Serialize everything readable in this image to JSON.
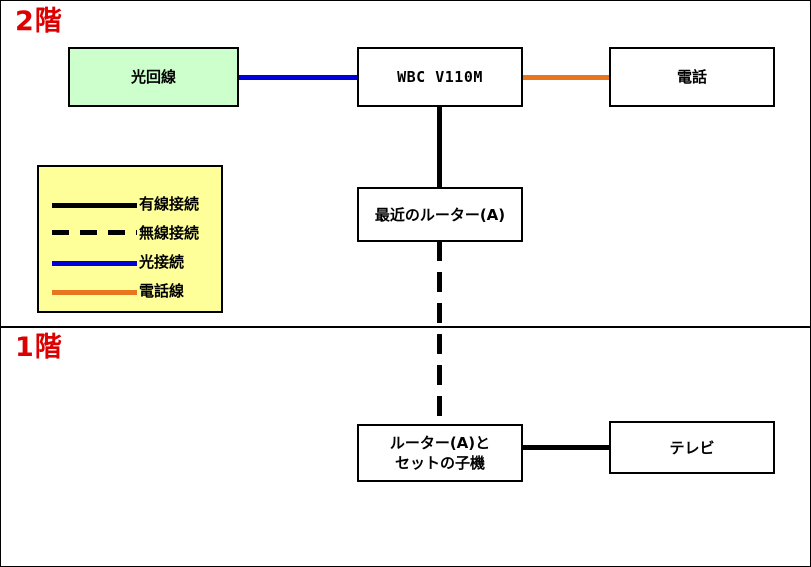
{
  "diagram": {
    "title_floors": [
      {
        "id": "floor-2",
        "label": "2階"
      },
      {
        "id": "floor-1",
        "label": "1階"
      }
    ],
    "nodes": [
      {
        "id": "fiber-line",
        "label": "光回線",
        "fill": "#ccffcc"
      },
      {
        "id": "wbc-v110m",
        "label": "WBC V110M",
        "fill": "#ffffff"
      },
      {
        "id": "telephone",
        "label": "電話",
        "fill": "#ffffff"
      },
      {
        "id": "router-a",
        "label": "最近のルーター(A)",
        "fill": "#ffffff"
      },
      {
        "id": "child-unit",
        "label": "ルーター(A)と\nセットの子機",
        "fill": "#ffffff"
      },
      {
        "id": "television",
        "label": "テレビ",
        "fill": "#ffffff"
      }
    ],
    "legend": {
      "background": "#ffff99",
      "items": [
        {
          "id": "wired",
          "label": "有線接続",
          "style": "solid",
          "color": "#000000"
        },
        {
          "id": "wireless",
          "label": "無線接続",
          "style": "dashed",
          "color": "#000000"
        },
        {
          "id": "optical",
          "label": "光接続",
          "style": "solid",
          "color": "#0000dd"
        },
        {
          "id": "phoneline",
          "label": "電話線",
          "style": "solid",
          "color": "#e8761e"
        }
      ]
    },
    "links": [
      {
        "id": "fiber-to-wbc",
        "from": "fiber-line",
        "to": "wbc-v110m",
        "kind": "optical",
        "color": "#0000dd"
      },
      {
        "id": "wbc-to-telephone",
        "from": "wbc-v110m",
        "to": "telephone",
        "kind": "phoneline",
        "color": "#e8761e"
      },
      {
        "id": "wbc-to-router-a",
        "from": "wbc-v110m",
        "to": "router-a",
        "kind": "wired",
        "color": "#000000"
      },
      {
        "id": "router-a-to-child",
        "from": "router-a",
        "to": "child-unit",
        "kind": "wireless",
        "color": "#000000"
      },
      {
        "id": "child-to-television",
        "from": "child-unit",
        "to": "television",
        "kind": "wired",
        "color": "#000000"
      }
    ],
    "colors": {
      "floor_label": "#dd0000",
      "wired": "#000000",
      "wireless": "#000000",
      "optical": "#0000dd",
      "phoneline": "#e8761e",
      "fiber_fill": "#ccffcc",
      "legend_fill": "#ffff99",
      "border": "#000000"
    }
  }
}
